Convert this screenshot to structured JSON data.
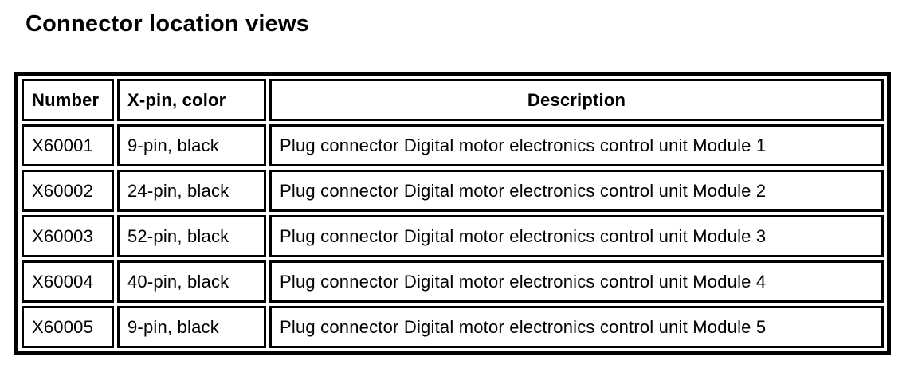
{
  "title": "Connector location views",
  "table": {
    "headers": [
      "Number",
      "X-pin, color",
      "Description"
    ],
    "rows": [
      {
        "number": "X60001",
        "pin_color": "9-pin, black",
        "description": "Plug connector Digital motor electronics control unit Module 1"
      },
      {
        "number": "X60002",
        "pin_color": "24-pin, black",
        "description": "Plug connector Digital motor electronics control unit Module 2"
      },
      {
        "number": "X60003",
        "pin_color": "52-pin, black",
        "description": "Plug connector Digital motor electronics control unit Module 3"
      },
      {
        "number": "X60004",
        "pin_color": "40-pin, black",
        "description": "Plug connector Digital motor electronics control unit Module 4"
      },
      {
        "number": "X60005",
        "pin_color": "9-pin, black",
        "description": "Plug connector Digital motor electronics control unit Module 5"
      }
    ]
  }
}
